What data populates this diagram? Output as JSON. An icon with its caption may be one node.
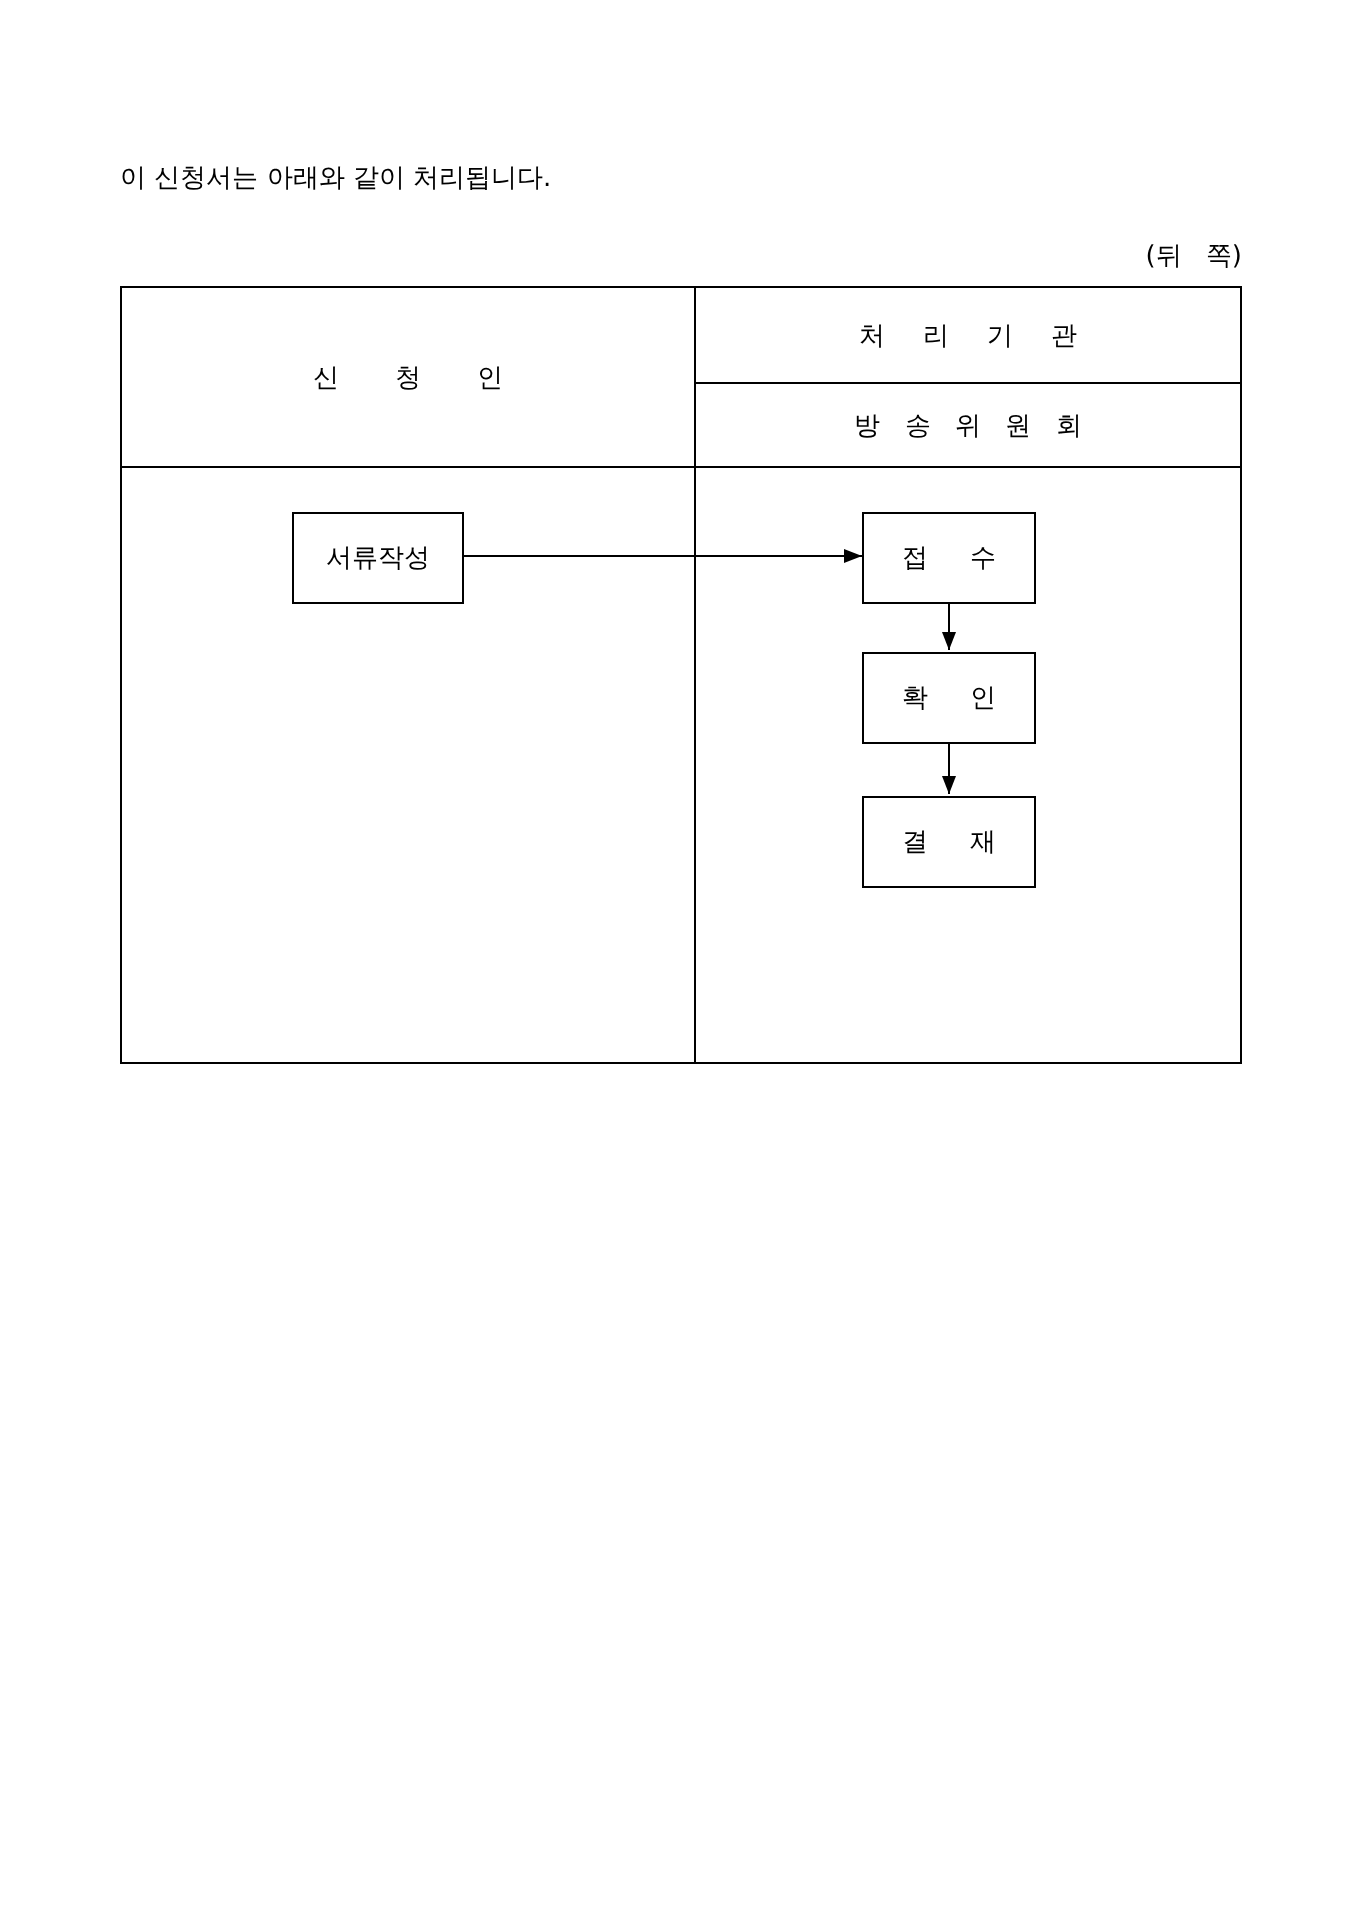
{
  "diagram": {
    "title": "이 신청서는 아래와 같이 처리됩니다.",
    "nodes": [
      {
        "text": [
          "신 청 인"
        ]
      },
      {
        "text": [
          "서류작성"
        ],
        "in": 0
      },
      {
        "text": [
          "처 리 기 관",
          "방 송 위 원 회"
        ]
      },
      {
        "text": [
          "접 수"
        ],
        "in": 2
      },
      {
        "text": [
          "확 인"
        ],
        "in": 2
      },
      {
        "text": [
          "결 재"
        ],
        "in": 2
      }
    ],
    "edges": [
      {
        "from": 1,
        "to": 3,
        "arrow": "to"
      },
      {
        "from": 3,
        "to": 4,
        "arrow": "to"
      },
      {
        "from": 4,
        "to": 5,
        "arrow": "to"
      }
    ],
    "labels": [
      "(뒤 쪽)"
    ]
  }
}
